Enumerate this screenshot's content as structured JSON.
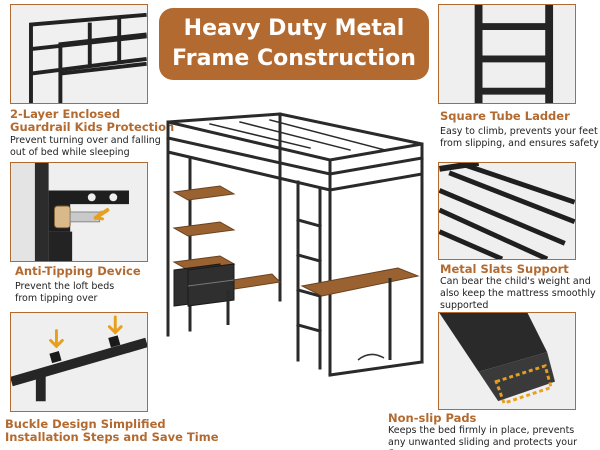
{
  "banner": {
    "line1": "Heavy Duty Metal",
    "line2": "Frame Construction",
    "color": "#b36a30"
  },
  "features": {
    "guardrail": {
      "title1": "2-Layer Enclosed",
      "title2": "Guardrail Kids Protection",
      "desc1": "Prevent turning over and falling",
      "desc2": "out of bed while sleeping"
    },
    "ladder": {
      "title": "Square Tube Ladder",
      "desc1": "Easy to climb, prevents your feet",
      "desc2": "from slipping, and ensures safety"
    },
    "anti_tipping": {
      "title": "Anti-Tipping Device",
      "desc1": "Prevent the loft beds",
      "desc2": "from tipping over"
    },
    "slats": {
      "title": "Metal Slats Support",
      "desc1": "Can bear the child's weight and",
      "desc2": "also keep the mattress smoothly",
      "desc3": "supported"
    },
    "buckle": {
      "title1": "Buckle Design Simplified",
      "title2": "Installation Steps and Save Time"
    },
    "pads": {
      "title": "Non-slip Pads",
      "desc1": "Keeps the bed firmly in place, prevents",
      "desc2": "any unwanted sliding and protects your floors"
    }
  },
  "colors": {
    "accent": "#b36a30",
    "metal": "#2a2a2a",
    "wood": "#9a6230",
    "pad": "#e8a01c"
  }
}
